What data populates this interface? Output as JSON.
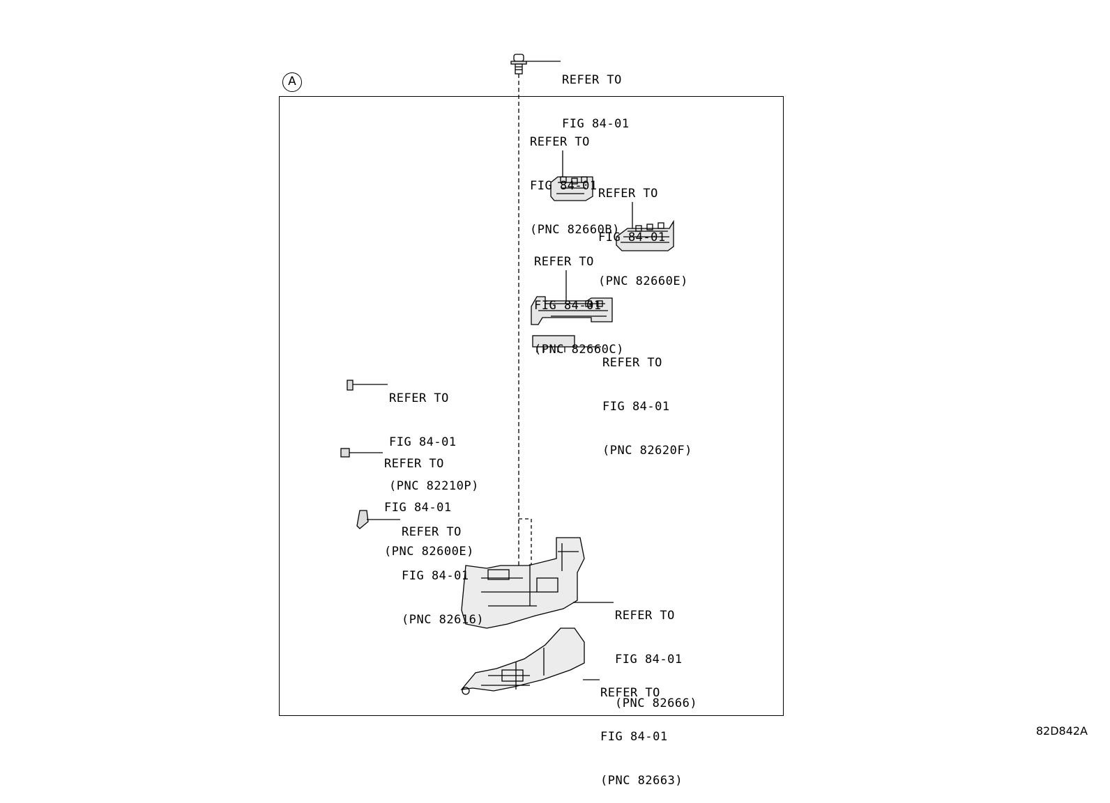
{
  "view_marker": "A",
  "diagram_code": "82D842A",
  "callouts": {
    "bolt": {
      "l1": "REFER TO",
      "l2": "FIG 84-01"
    },
    "p82660B": {
      "l1": "REFER TO",
      "l2": "FIG 84-01",
      "l3": "(PNC 82660B)"
    },
    "p82660E": {
      "l1": "REFER TO",
      "l2": "FIG 84-01",
      "l3": "(PNC 82660E)"
    },
    "p82660C": {
      "l1": "REFER TO",
      "l2": "FIG 84-01",
      "l3": "(PNC 82660C)"
    },
    "p82620F": {
      "l1": "REFER TO",
      "l2": "FIG 84-01",
      "l3": "(PNC 82620F)"
    },
    "p82210P": {
      "l1": "REFER TO",
      "l2": "FIG 84-01",
      "l3": "(PNC 82210P)"
    },
    "p82600E": {
      "l1": "REFER TO",
      "l2": "FIG 84-01",
      "l3": "(PNC 82600E)"
    },
    "p82616": {
      "l1": "REFER TO",
      "l2": "FIG 84-01",
      "l3": "(PNC 82616)"
    },
    "p82666": {
      "l1": "REFER TO",
      "l2": "FIG 84-01",
      "l3": "(PNC 82666)"
    },
    "p82663": {
      "l1": "REFER TO",
      "l2": "FIG 84-01",
      "l3": "(PNC 82663)"
    }
  }
}
